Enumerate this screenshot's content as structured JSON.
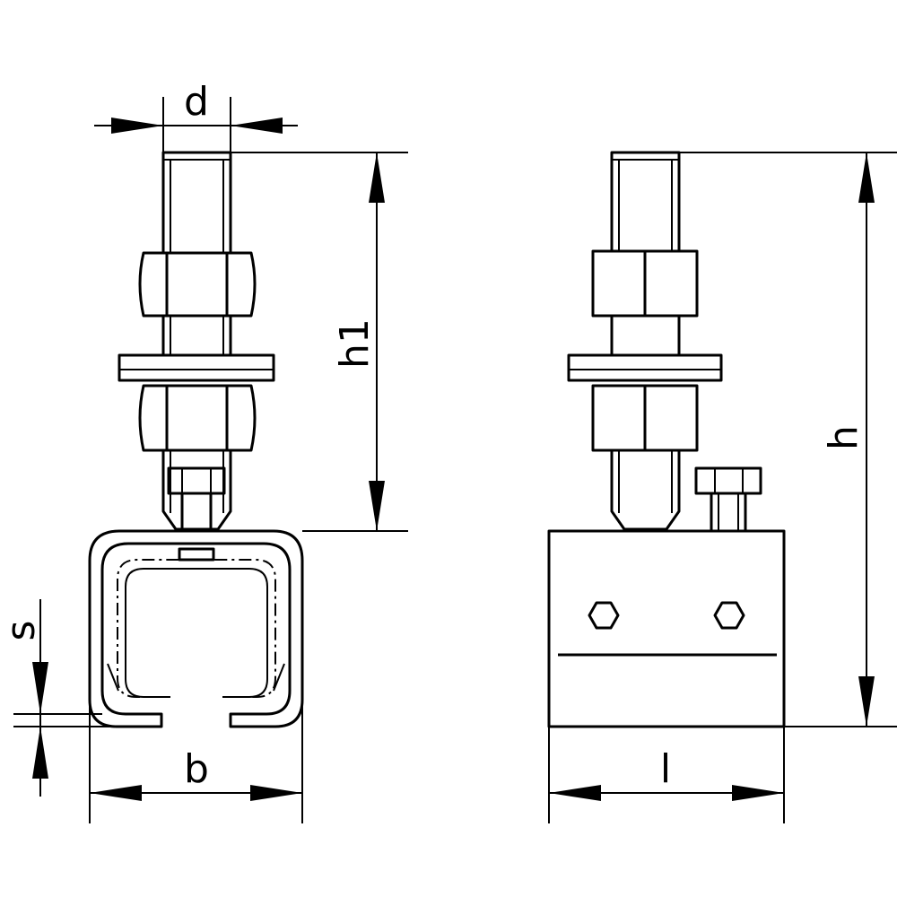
{
  "dimensions": {
    "d": "d",
    "h1": "h1",
    "h": "h",
    "s": "s",
    "b": "b",
    "l": "l"
  }
}
